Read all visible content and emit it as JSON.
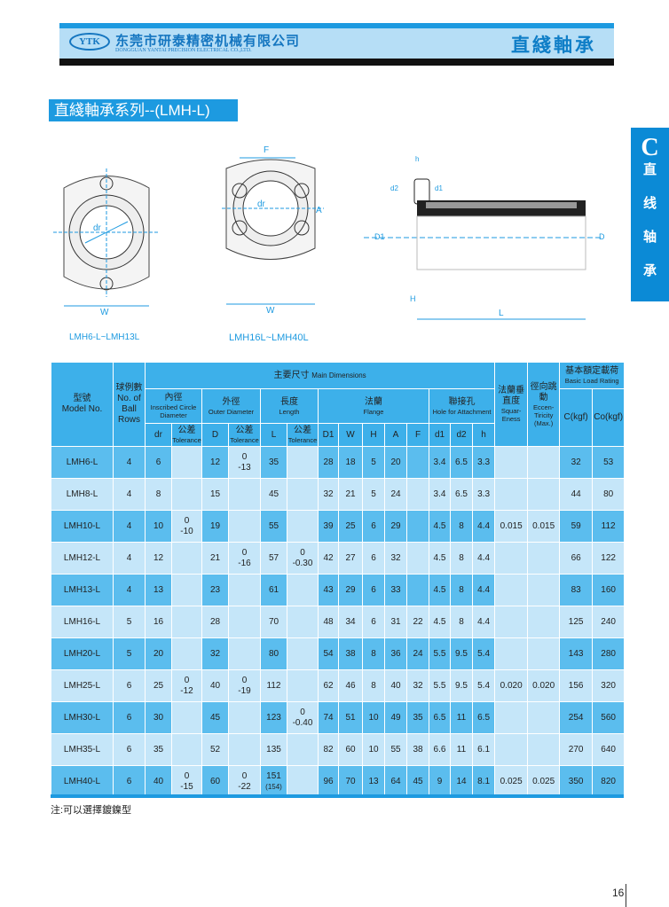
{
  "header": {
    "logo": "YTK",
    "company_cn": "东莞市研泰精密机械有限公司",
    "company_en": "DONGGUAN YANTAI PRECISION ELECTRICAL CO.,LTD.",
    "category": "直綫軸承"
  },
  "section_title": "直綫軸承系列--(LMH-L)",
  "side_tab": {
    "letter": "C",
    "chars": [
      "直",
      "线",
      "轴",
      "承"
    ]
  },
  "drawings": {
    "caption_small": "LMH6-L~LMH13L",
    "caption_large": "LMH16L~LMH40L",
    "labels": {
      "dr": "dr",
      "A": "A",
      "W": "W",
      "F": "F",
      "h": "h",
      "d1": "d1",
      "d2": "d2",
      "D1": "D1",
      "D": "D",
      "H": "H",
      "L": "L"
    }
  },
  "table": {
    "h": {
      "model_cn": "型號",
      "model_en": "Model No.",
      "balls_cn": "球例數",
      "balls_en": "No. of Ball Rows",
      "main_cn": "主要尺寸",
      "main_en": "Main Dimensions",
      "inner_cn": "內徑",
      "inner_en": "Inscribed Circle Diameter",
      "outer_cn": "外徑",
      "outer_en": "Outer Diameter",
      "len_cn": "長度",
      "len_en": "Length",
      "flange_cn": "法蘭",
      "flange_en": "Flange",
      "hole_cn": "聯接孔",
      "hole_en": "Hole for Attachment",
      "sq_cn": "法蘭垂直度",
      "sq_en": "Squar-Eness",
      "ecc_cn": "徑向跳動",
      "ecc_en": "Eccen-Tiricity (Max.)",
      "load_cn": "基本額定載荷",
      "load_en": "Basic Load Rating",
      "tol_cn": "公差",
      "tol_en": "Tolerance",
      "cols": [
        "dr",
        "D",
        "L",
        "D1",
        "W",
        "H",
        "A",
        "F",
        "d1",
        "d2",
        "h",
        "C(kgf)",
        "Co(kgf)"
      ]
    },
    "rows": [
      [
        "LMH6-L",
        "4",
        "6",
        "",
        "12",
        "0\n-13",
        "35",
        "",
        "28",
        "18",
        "5",
        "20",
        "",
        "3.4",
        "6.5",
        "3.3",
        "",
        "",
        "32",
        "53"
      ],
      [
        "LMH8-L",
        "4",
        "8",
        "",
        "15",
        "",
        "45",
        "",
        "32",
        "21",
        "5",
        "24",
        "",
        "3.4",
        "6.5",
        "3.3",
        "",
        "",
        "44",
        "80"
      ],
      [
        "LMH10-L",
        "4",
        "10",
        "0\n-10",
        "19",
        "",
        "55",
        "",
        "39",
        "25",
        "6",
        "29",
        "",
        "4.5",
        "8",
        "4.4",
        "0.015",
        "0.015",
        "59",
        "112"
      ],
      [
        "LMH12-L",
        "4",
        "12",
        "",
        "21",
        "0\n-16",
        "57",
        "0\n-0.30",
        "42",
        "27",
        "6",
        "32",
        "",
        "4.5",
        "8",
        "4.4",
        "",
        "",
        "66",
        "122"
      ],
      [
        "LMH13-L",
        "4",
        "13",
        "",
        "23",
        "",
        "61",
        "",
        "43",
        "29",
        "6",
        "33",
        "",
        "4.5",
        "8",
        "4.4",
        "",
        "",
        "83",
        "160"
      ],
      [
        "LMH16-L",
        "5",
        "16",
        "",
        "28",
        "",
        "70",
        "",
        "48",
        "34",
        "6",
        "31",
        "22",
        "4.5",
        "8",
        "4.4",
        "",
        "",
        "125",
        "240"
      ],
      [
        "LMH20-L",
        "5",
        "20",
        "",
        "32",
        "",
        "80",
        "",
        "54",
        "38",
        "8",
        "36",
        "24",
        "5.5",
        "9.5",
        "5.4",
        "",
        "",
        "143",
        "280"
      ],
      [
        "LMH25-L",
        "6",
        "25",
        "0\n-12",
        "40",
        "0\n-19",
        "112",
        "",
        "62",
        "46",
        "8",
        "40",
        "32",
        "5.5",
        "9.5",
        "5.4",
        "0.020",
        "0.020",
        "156",
        "320"
      ],
      [
        "LMH30-L",
        "6",
        "30",
        "",
        "45",
        "",
        "123",
        "0\n-0.40",
        "74",
        "51",
        "10",
        "49",
        "35",
        "6.5",
        "11",
        "6.5",
        "",
        "",
        "254",
        "560"
      ],
      [
        "LMH35-L",
        "6",
        "35",
        "",
        "52",
        "",
        "135",
        "",
        "82",
        "60",
        "10",
        "55",
        "38",
        "6.6",
        "11",
        "6.1",
        "",
        "",
        "270",
        "640"
      ],
      [
        "LMH40-L",
        "6",
        "40",
        "0\n-15",
        "60",
        "0\n-22",
        "151\n(154)",
        "",
        "96",
        "70",
        "13",
        "64",
        "45",
        "9",
        "14",
        "8.1",
        "0.025",
        "0.025",
        "350",
        "820"
      ]
    ]
  },
  "note": "注:可以選擇鍍鎳型",
  "page_number": "16"
}
